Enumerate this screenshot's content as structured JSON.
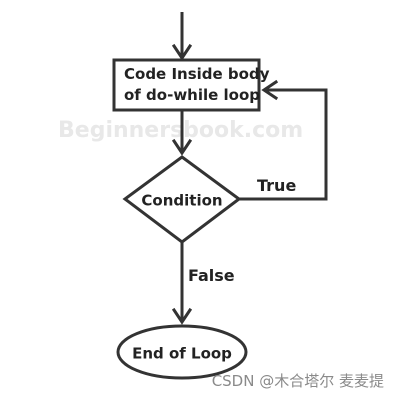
{
  "diagram": {
    "process_box": {
      "line1": "Code Inside body",
      "line2": "of do-while loop"
    },
    "decision": {
      "label": "Condition"
    },
    "terminal": {
      "label": "End of Loop"
    },
    "edges": {
      "true_label": "True",
      "false_label": "False"
    },
    "watermark": "Beginnersbook.com",
    "credit": "CSDN @木合塔尔 麦麦提"
  },
  "colors": {
    "stroke": "#333333",
    "text": "#222222",
    "watermark": "#e8e8e8",
    "credit": "#8a8a8a",
    "background": "#ffffff"
  }
}
